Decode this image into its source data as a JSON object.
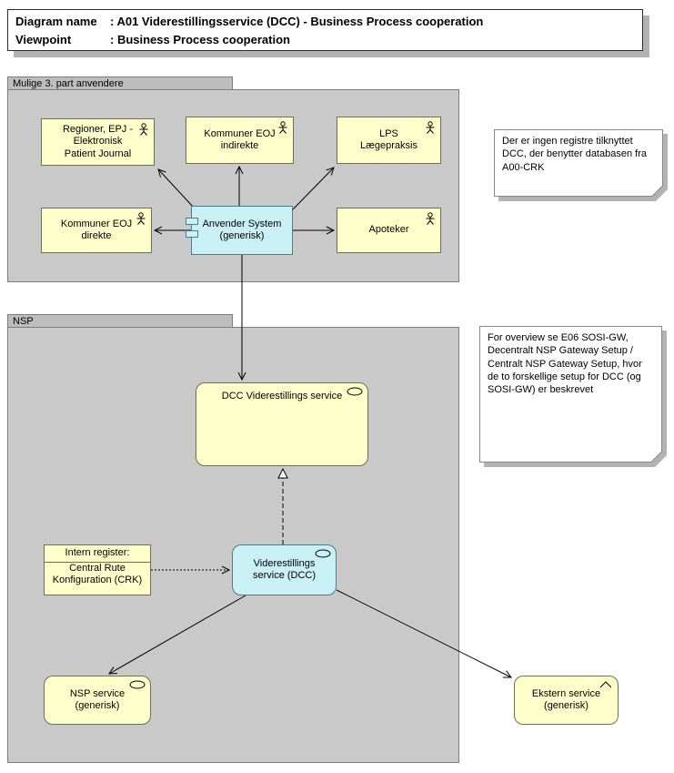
{
  "title": {
    "line1_label": "Diagram name",
    "line1_value": ": A01 Viderestillingsservice (DCC) - Business Process cooperation",
    "line2_label": "Viewpoint",
    "line2_value": ": Business Process cooperation"
  },
  "groups": {
    "third_party": {
      "label": "Mulige 3. part anvendere",
      "actors": [
        {
          "label": "Regioner, EPJ -\nElektronisk\nPatient Journal"
        },
        {
          "label": "Kommuner EOJ\nindirekte"
        },
        {
          "label": "LPS\nLægepraksis"
        },
        {
          "label": "Kommuner EOJ\ndirekte"
        },
        {
          "label": "Apoteker"
        }
      ],
      "system": {
        "label": "Anvender System\n(generisk)"
      }
    },
    "nsp": {
      "label": "NSP",
      "dcc_service": {
        "label": "DCC Viderestillings service"
      },
      "viderestillings_service": {
        "label": "Viderestillings\nservice (DCC)"
      },
      "intern_register": {
        "title": "Intern register:",
        "body": "Central Rute\nKonfiguration (CRK)"
      },
      "nsp_service": {
        "label": "NSP service\n(generisk)"
      },
      "ekstern_service": {
        "label": "Ekstern service\n(generisk)"
      }
    }
  },
  "notes": [
    {
      "text": "Der er ingen registre tilknyttet DCC, der benytter databasen fra A00-CRK"
    },
    {
      "text": "For overview se E06 SOSI-GW, Decentralt NSP Gateway Setup / Centralt NSP Gateway Setup, hvor de to forskellige setup for DCC (og SOSI-GW) er beskrevet"
    }
  ],
  "colors": {
    "element_yellow": "#ffffcc",
    "element_cyan": "#c9f1f5",
    "group_gray": "#c9c9c9",
    "shadow_gray": "#b3b3b3",
    "note_white": "#ffffff"
  }
}
